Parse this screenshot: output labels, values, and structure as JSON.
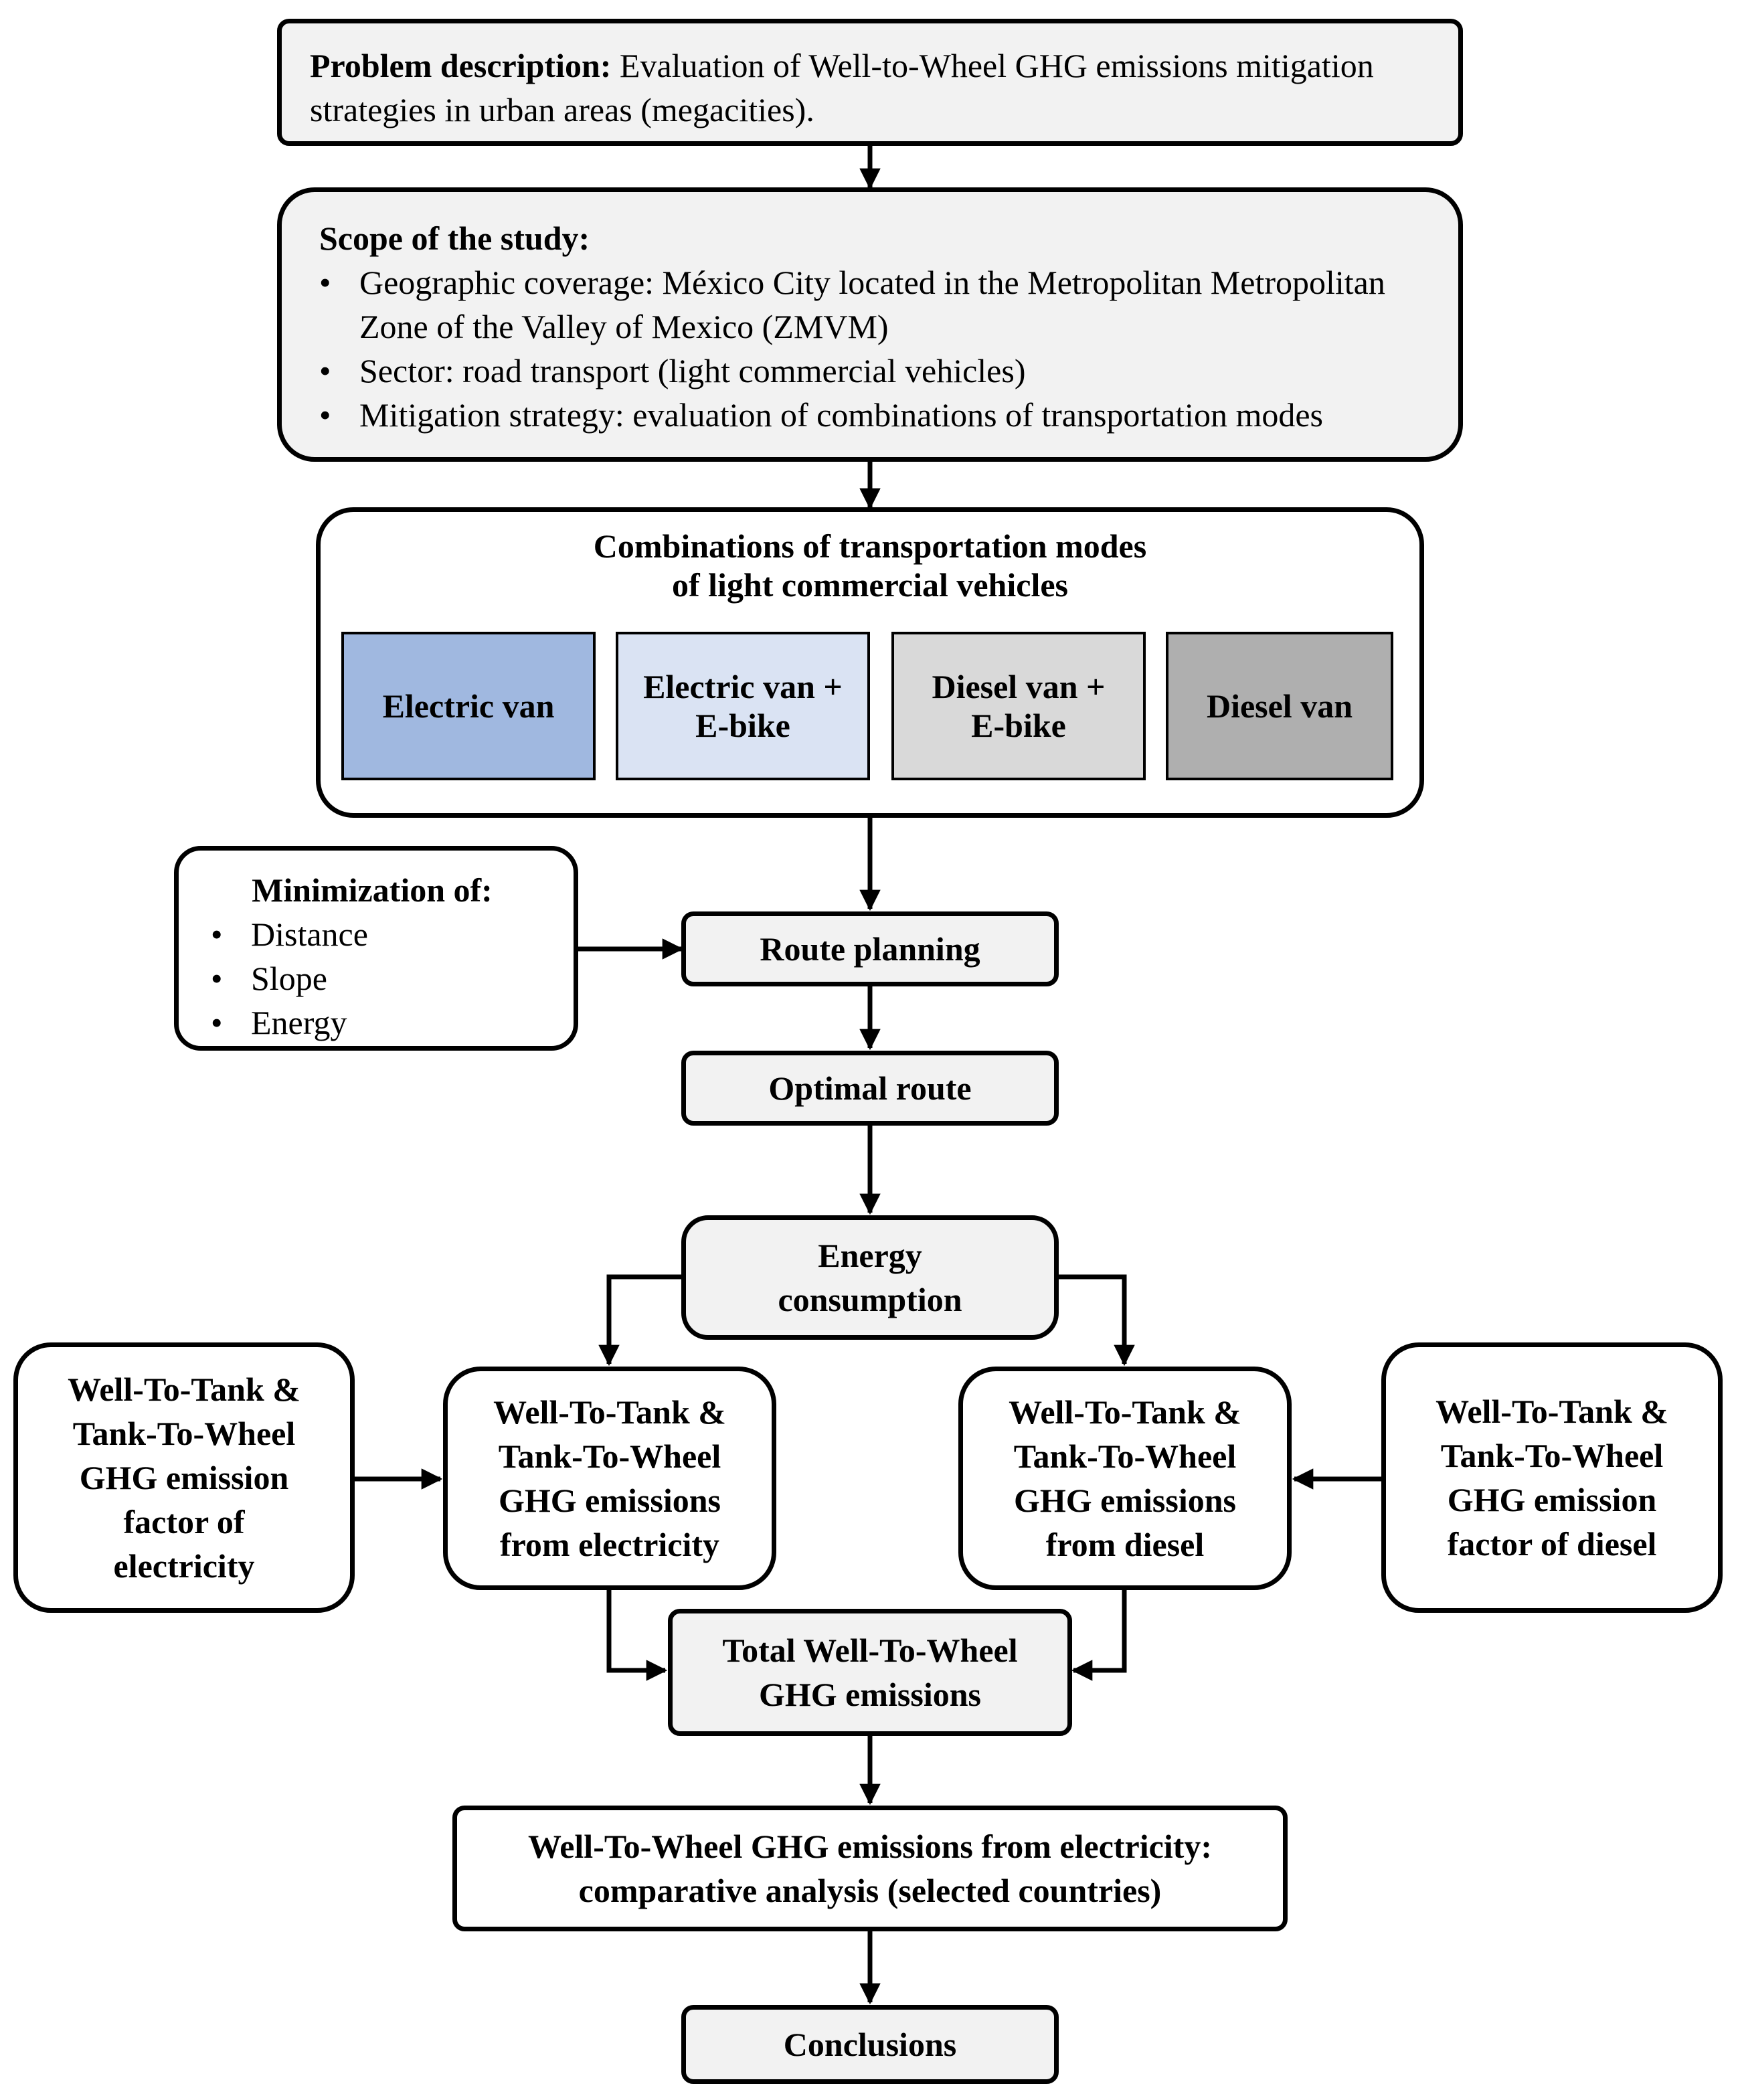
{
  "problem": {
    "label": "Problem description:",
    "text": " Evaluation of Well-to-Wheel GHG emissions mitigation strategies in urban areas (megacities)."
  },
  "scope": {
    "title": "Scope of the study:",
    "items": [
      "Geographic coverage: México City located in the Metropolitan Metropolitan Zone of the Valley of Mexico (ZMVM)",
      "Sector: road transport (light commercial vehicles)",
      "Mitigation strategy: evaluation of combinations of transportation modes"
    ]
  },
  "combinations": {
    "title": "Combinations of transportation modes\nof light commercial vehicles",
    "modes": [
      {
        "label": "Electric van",
        "color": "#a0b8e0"
      },
      {
        "label": "Electric van +\nE-bike",
        "color": "#dae3f3"
      },
      {
        "label": "Diesel van  +\nE-bike",
        "color": "#d9d9d9"
      },
      {
        "label": "Diesel van",
        "color": "#afafaf"
      }
    ]
  },
  "minimization": {
    "title": "Minimization of:",
    "items": [
      "Distance",
      "Slope",
      "Energy"
    ]
  },
  "route_planning": "Route planning",
  "optimal_route": "Optimal route",
  "energy_consumption": "Energy\nconsumption",
  "factor_electricity": "Well-To-Tank &\nTank-To-Wheel\nGHG emission\nfactor of\nelectricity",
  "emissions_electricity": "Well-To-Tank &\nTank-To-Wheel\nGHG emissions\nfrom electricity",
  "emissions_diesel": "Well-To-Tank &\nTank-To-Wheel\nGHG emissions\nfrom diesel",
  "factor_diesel": "Well-To-Tank &\nTank-To-Wheel\nGHG emission\nfactor of diesel",
  "total": "Total  Well-To-Wheel\nGHG emissions",
  "comparative": "Well-To-Wheel  GHG emissions from electricity:\ncomparative analysis (selected countries)",
  "conclusions": "Conclusions"
}
